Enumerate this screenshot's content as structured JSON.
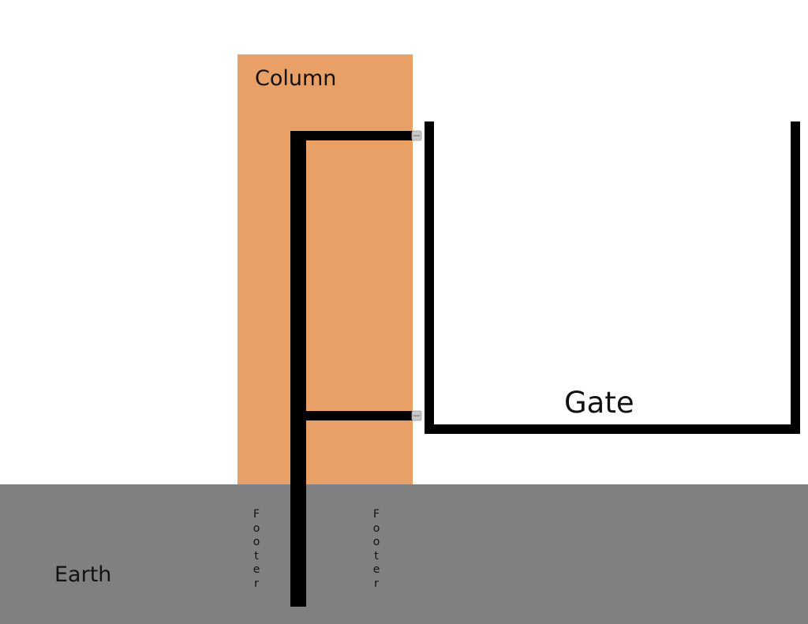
{
  "labels": {
    "column": "Column",
    "gate": "Gate",
    "earth": "Earth",
    "footer_left": "Footer",
    "footer_right": "Footer"
  },
  "colors": {
    "column": "#E8A067",
    "earth": "#808080",
    "steel": "#000000",
    "hinge": "#C8C8C8",
    "background": "#FFFFFF"
  },
  "icons": {
    "hinge": "hinge-icon"
  }
}
